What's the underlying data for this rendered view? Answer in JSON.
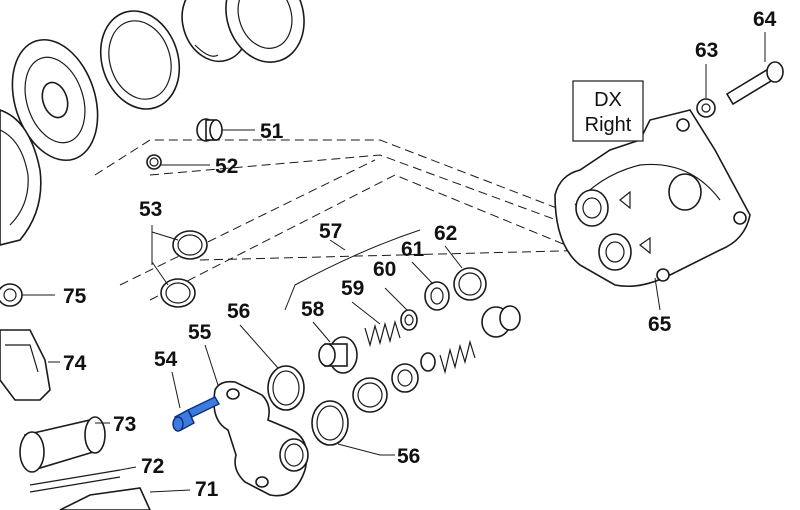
{
  "orientation_box": {
    "line1": "DX",
    "line2": "Right"
  },
  "callouts": [
    {
      "id": "51",
      "label": "51"
    },
    {
      "id": "52",
      "label": "52"
    },
    {
      "id": "53",
      "label": "53"
    },
    {
      "id": "54",
      "label": "54"
    },
    {
      "id": "55",
      "label": "55"
    },
    {
      "id": "56a",
      "label": "56"
    },
    {
      "id": "56b",
      "label": "56"
    },
    {
      "id": "57",
      "label": "57"
    },
    {
      "id": "58",
      "label": "58"
    },
    {
      "id": "59",
      "label": "59"
    },
    {
      "id": "60",
      "label": "60"
    },
    {
      "id": "61",
      "label": "61"
    },
    {
      "id": "62",
      "label": "62"
    },
    {
      "id": "63",
      "label": "63"
    },
    {
      "id": "64",
      "label": "64"
    },
    {
      "id": "65",
      "label": "65"
    },
    {
      "id": "71",
      "label": "71"
    },
    {
      "id": "72",
      "label": "72"
    },
    {
      "id": "73",
      "label": "73"
    },
    {
      "id": "74",
      "label": "74"
    },
    {
      "id": "75",
      "label": "75"
    }
  ],
  "highlight_color": "#3c7be0",
  "highlighted_part": "54"
}
